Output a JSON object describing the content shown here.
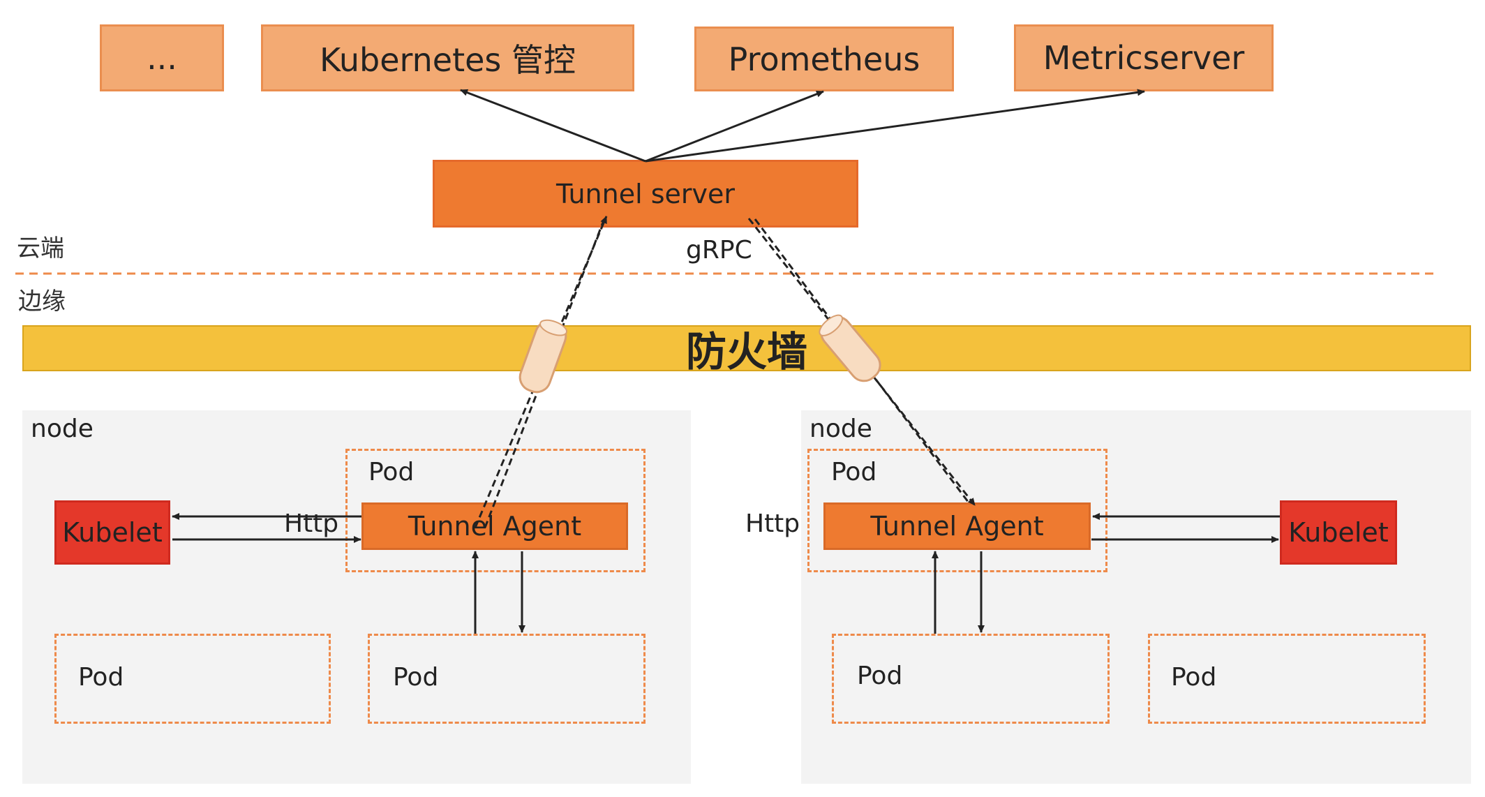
{
  "top_services": [
    "...",
    "Kubernetes 管控",
    "Prometheus",
    "Metricserver"
  ],
  "tunnel_server": "Tunnel server",
  "protocol": "gRPC",
  "zones": {
    "cloud": "云端",
    "edge": "边缘"
  },
  "firewall": "防火墙",
  "nodes": [
    {
      "label": "node",
      "pod_label": "Pod",
      "agent": "Tunnel Agent",
      "http": "Http",
      "kubelet": "Kubelet",
      "pods": [
        "Pod",
        "Pod"
      ]
    },
    {
      "label": "node",
      "pod_label": "Pod",
      "agent": "Tunnel Agent",
      "http": "Http",
      "kubelet": "Kubelet",
      "pods": [
        "Pod",
        "Pod"
      ]
    }
  ],
  "colors": {
    "service": "#f3aa73",
    "tunnel": "#ee7a30",
    "kubelet": "#e4382a",
    "firewall": "#f4c13c",
    "dashed": "#ee8a4a"
  }
}
